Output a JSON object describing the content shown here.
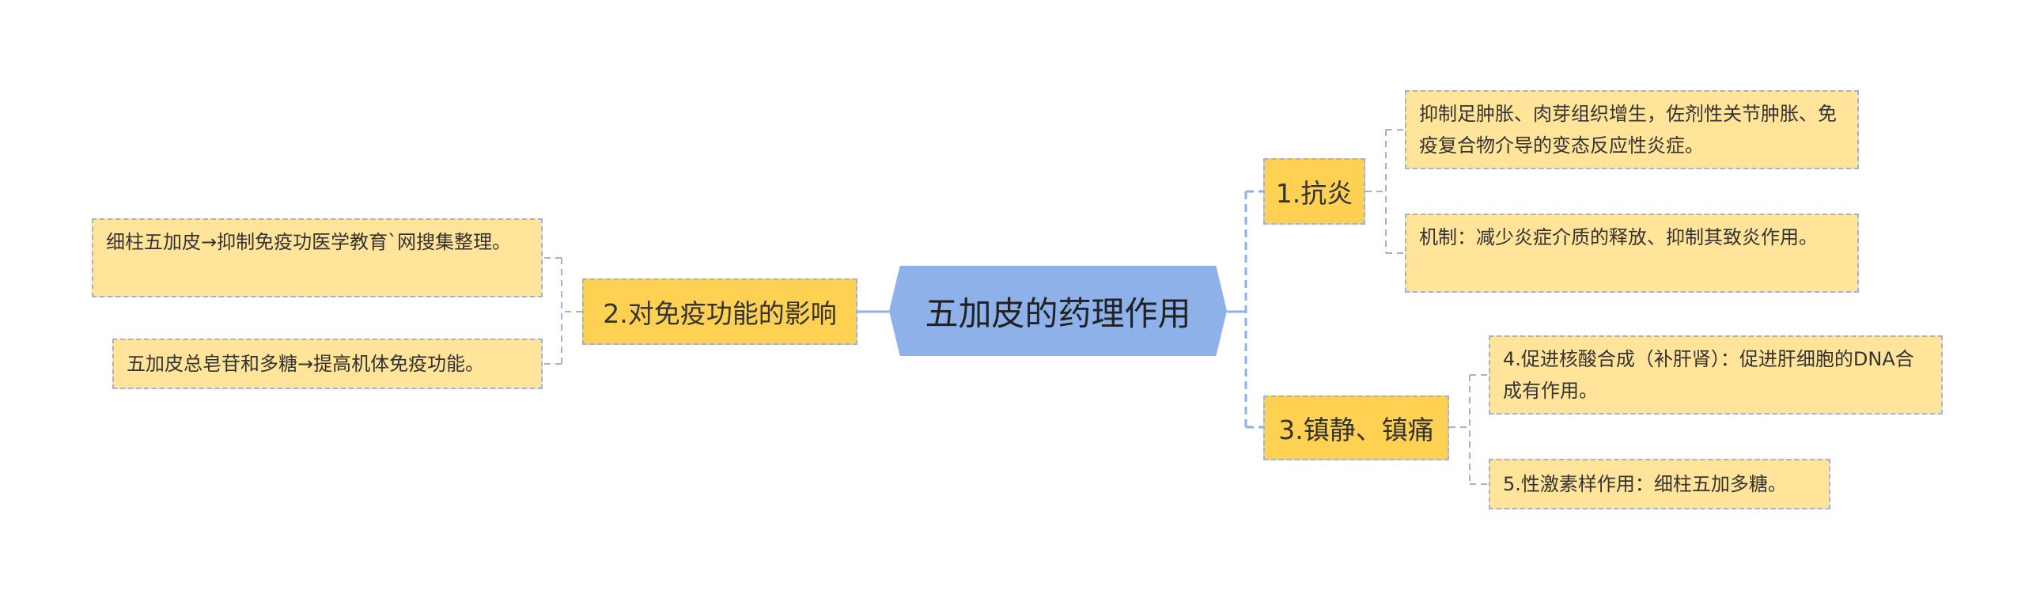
{
  "root": {
    "label": "五加皮的药理作用"
  },
  "branches": {
    "anti_inflammatory": {
      "label": "1.抗炎",
      "leaves": [
        "抑制足肿胀、肉芽组织增生，佐剂性关节肿胀、免疫复合物介导的变态反应性炎症。",
        "机制：减少炎症介质的释放、抑制其致炎作用。"
      ]
    },
    "sedative_analgesic": {
      "label": "3.镇静、镇痛",
      "leaves": [
        "4.促进核酸合成（补肝肾）：促进肝细胞的DNA合成有作用。",
        "5.性激素样作用：细柱五加多糖。"
      ]
    },
    "immune": {
      "label": "2.对免疫功能的影响",
      "leaves": [
        "细柱五加皮→抑制免疫功医学教育`网搜集整理。",
        "五加皮总皂苷和多糖→提高机体免疫功能。"
      ]
    }
  },
  "colors": {
    "root_fill": "#8fb1ea",
    "main_fill": "#ffd153",
    "leaf_fill": "#ffe49a",
    "connector": "#8fb1ea"
  }
}
